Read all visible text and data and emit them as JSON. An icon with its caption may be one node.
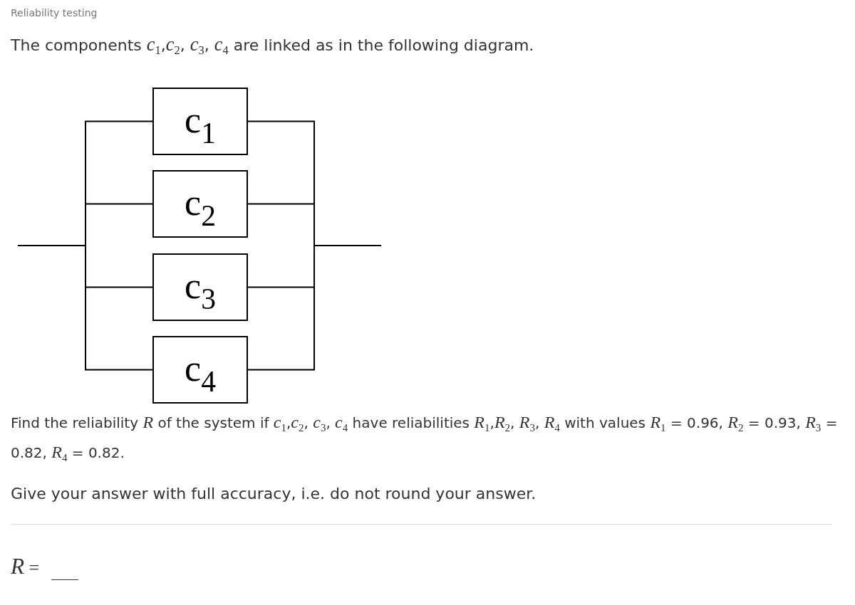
{
  "diagram": {
    "title": "Reliability testing",
    "nodes": [
      {
        "text": [
          "c$_{1}$"
        ]
      },
      {
        "text": [
          "c$_{2}$"
        ]
      },
      {
        "text": [
          "c$_{3}$"
        ]
      },
      {
        "text": [
          "c$_{4}$"
        ]
      }
    ],
    "edges": [
      {
        "from": null,
        "to": 0,
        "arrow": "none"
      },
      {
        "from": null,
        "to": 1,
        "arrow": "none"
      },
      {
        "from": null,
        "to": 2,
        "arrow": "none"
      },
      {
        "from": null,
        "to": 3,
        "arrow": "none"
      },
      {
        "from": 0,
        "to": null,
        "arrow": "none"
      },
      {
        "from": 1,
        "to": null,
        "arrow": "none"
      },
      {
        "from": 2,
        "to": null,
        "arrow": "none"
      },
      {
        "from": 3,
        "to": null,
        "arrow": "none"
      }
    ],
    "labels": [
      "The components *c*$_{1}$,*c*$_{2}$, *c*$_{3}$, *c*$_{4}$ are linked as in the following diagram.",
      "Find the reliability *R* of the system if *c*$_{1}$,*c*$_{2}$, *c*$_{3}$, *c*$_{4}$ have reliabilities *R*$_{1}$,*R*$_{2}$, *R*$_{3}$, *R*$_{4}$ with values *R*$_{1}$ = 0.96, *R*$_{2}$ = 0.93, *R*$_{3}$ = 0.82, *R*$_{4}$ = 0.82.",
      "Give your answer with full accuracy, i.e. do not round your answer.",
      "*R* ="
    ]
  }
}
